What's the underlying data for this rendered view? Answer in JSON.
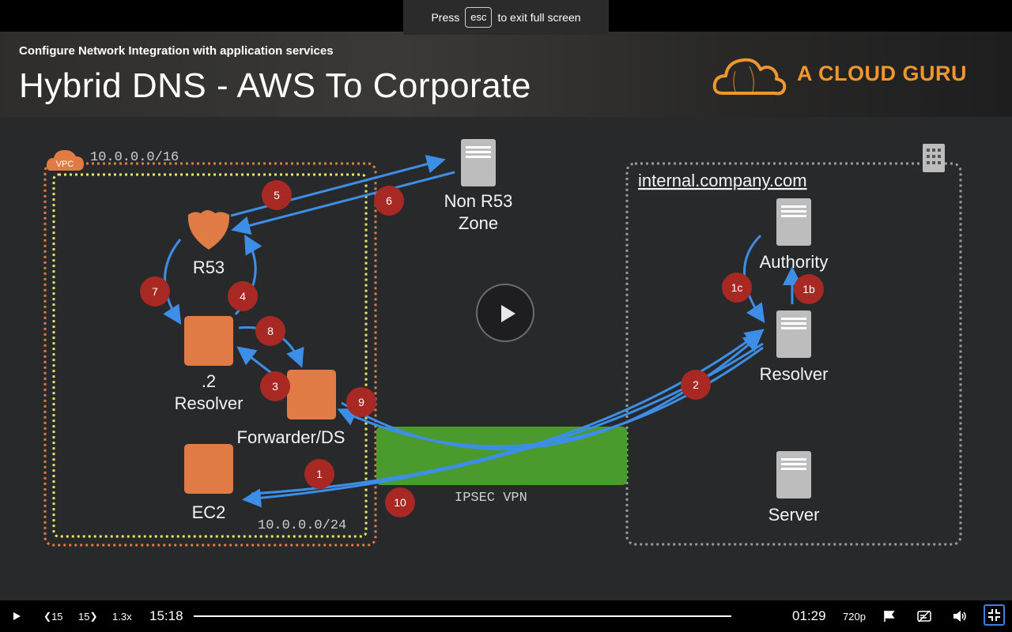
{
  "fullscreen_hint": {
    "before": "Press",
    "key": "esc",
    "after": "to exit full screen"
  },
  "slide": {
    "subtitle": "Configure Network Integration with application services",
    "title": "Hybrid DNS - AWS To Corporate",
    "brand": "A CLOUD GURU",
    "brand_color": "#f0962e"
  },
  "diagram": {
    "vpc_badge": "VPC",
    "vpc_cidr": "10.0.0.0/16",
    "subnet_cidr": "10.0.0.0/24",
    "corp_domain": "internal.company.com",
    "vpn_label": "IPSEC VPN",
    "nodes": {
      "r53": "R53",
      "resolver_line1": ".2",
      "resolver_line2": "Resolver",
      "forwarder": "Forwarder/DS",
      "ec2": "EC2",
      "non_r53_line1": "Non R53",
      "non_r53_line2": "Zone",
      "authority": "Authority",
      "corp_resolver": "Resolver",
      "server": "Server"
    },
    "steps": [
      "1",
      "2",
      "3",
      "4",
      "5",
      "6",
      "7",
      "8",
      "9",
      "10",
      "1b",
      "1c"
    ],
    "colors": {
      "aws_orange": "#e07b45",
      "flow_blue": "#3c8ee6",
      "step_red": "#a82824",
      "vpn_green": "#4a9a2e"
    }
  },
  "player": {
    "back_label": "15",
    "forward_label": "15",
    "speed": "1.3x",
    "elapsed": "15:18",
    "remaining": "01:29",
    "quality": "720p",
    "progress": 1.0
  }
}
